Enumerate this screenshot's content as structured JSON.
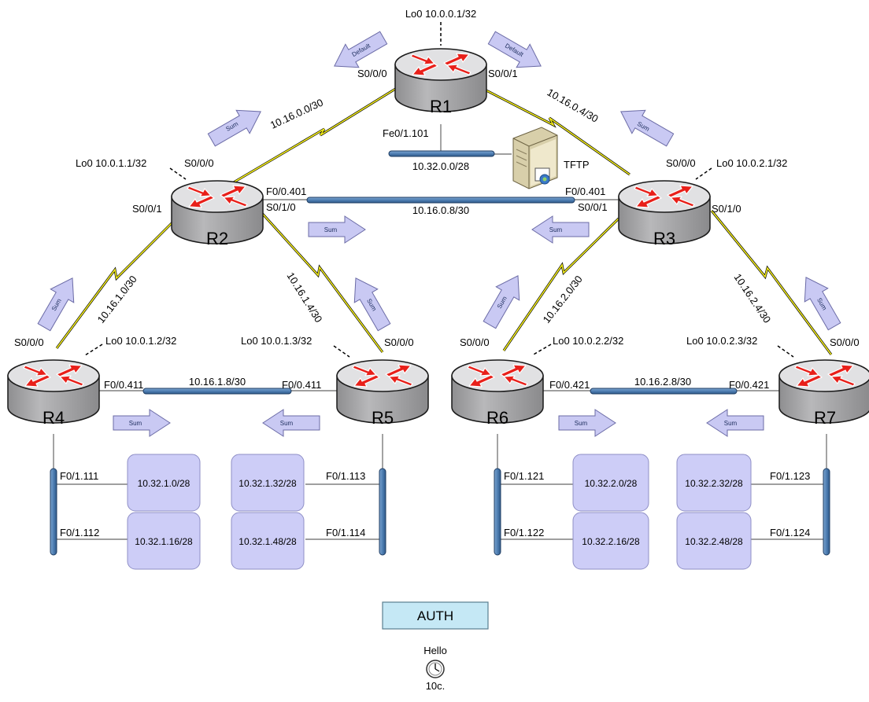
{
  "routers": [
    {
      "id": "r1",
      "name": "R1"
    },
    {
      "id": "r2",
      "name": "R2"
    },
    {
      "id": "r3",
      "name": "R3"
    },
    {
      "id": "r4",
      "name": "R4"
    },
    {
      "id": "r5",
      "name": "R5"
    },
    {
      "id": "r6",
      "name": "R6"
    },
    {
      "id": "r7",
      "name": "R7"
    }
  ],
  "loopbacks": {
    "r1": "Lo0 10.0.0.1/32",
    "r2": "Lo0 10.0.1.1/32",
    "r3": "Lo0 10.0.2.1/32",
    "r4": "Lo0 10.0.1.2/32",
    "r5": "Lo0 10.0.1.3/32",
    "r6": "Lo0 10.0.2.2/32",
    "r7": "Lo0 10.0.2.3/32"
  },
  "interfaces": {
    "r1_s000": "S0/0/0",
    "r1_s001": "S0/0/1",
    "r1_fe": "Fe0/1.101",
    "r2_s000": "S0/0/0",
    "r2_s001": "S0/0/1",
    "r2_s010": "S0/1/0",
    "r2_f0401": "F0/0.401",
    "r3_s000": "S0/0/0",
    "r3_s001": "S0/0/1",
    "r3_s010": "S0/1/0",
    "r3_f0401": "F0/0.401",
    "r4_s000": "S0/0/0",
    "r4_f0411": "F0/0.411",
    "r5_s000": "S0/0/0",
    "r5_f0411": "F0/0.411",
    "r6_s000": "S0/0/0",
    "r6_f0421": "F0/0.421",
    "r7_s000": "S0/0/0",
    "r7_f0421": "F0/0.421",
    "r4_f111": "F0/1.111",
    "r4_f112": "F0/1.112",
    "r5_f113": "F0/1.113",
    "r5_f114": "F0/1.114",
    "r6_f121": "F0/1.121",
    "r6_f122": "F0/1.122",
    "r7_f123": "F0/1.123",
    "r7_f124": "F0/1.124"
  },
  "links": {
    "r1_r2": "10.16.0.0/30",
    "r1_r3": "10.16.0.4/30",
    "r2_r3": "10.16.0.8/30",
    "r1_lan": "10.32.0.0/28",
    "r2_r4": "10.16.1.0/30",
    "r2_r5": "10.16.1.4/30",
    "r3_r6": "10.16.2.0/30",
    "r3_r7": "10.16.2.4/30",
    "r4_r5": "10.16.1.8/30",
    "r6_r7": "10.16.2.8/30"
  },
  "subnets": {
    "s1": "10.32.1.0/28",
    "s2": "10.32.1.16/28",
    "s3": "10.32.1.32/28",
    "s4": "10.32.1.48/28",
    "s5": "10.32.2.0/28",
    "s6": "10.32.2.16/28",
    "s7": "10.32.2.32/28",
    "s8": "10.32.2.48/28"
  },
  "arrows": {
    "default": "Default",
    "sum": "Sum"
  },
  "server_label": "TFTP",
  "auth_label": "AUTH",
  "hello": {
    "label": "Hello",
    "value": "10c."
  },
  "colors": {
    "router_body": "#a9a9ab",
    "router_top": "#e1e1e3",
    "router_arrow": "#e8201a",
    "link_bar": "#4f7fb3",
    "subnet_fill": "#cdcdf7",
    "arrow_fill": "#c9c9f3",
    "serial_link": "#f2ec1a",
    "auth_fill": "#c5e8f5"
  }
}
